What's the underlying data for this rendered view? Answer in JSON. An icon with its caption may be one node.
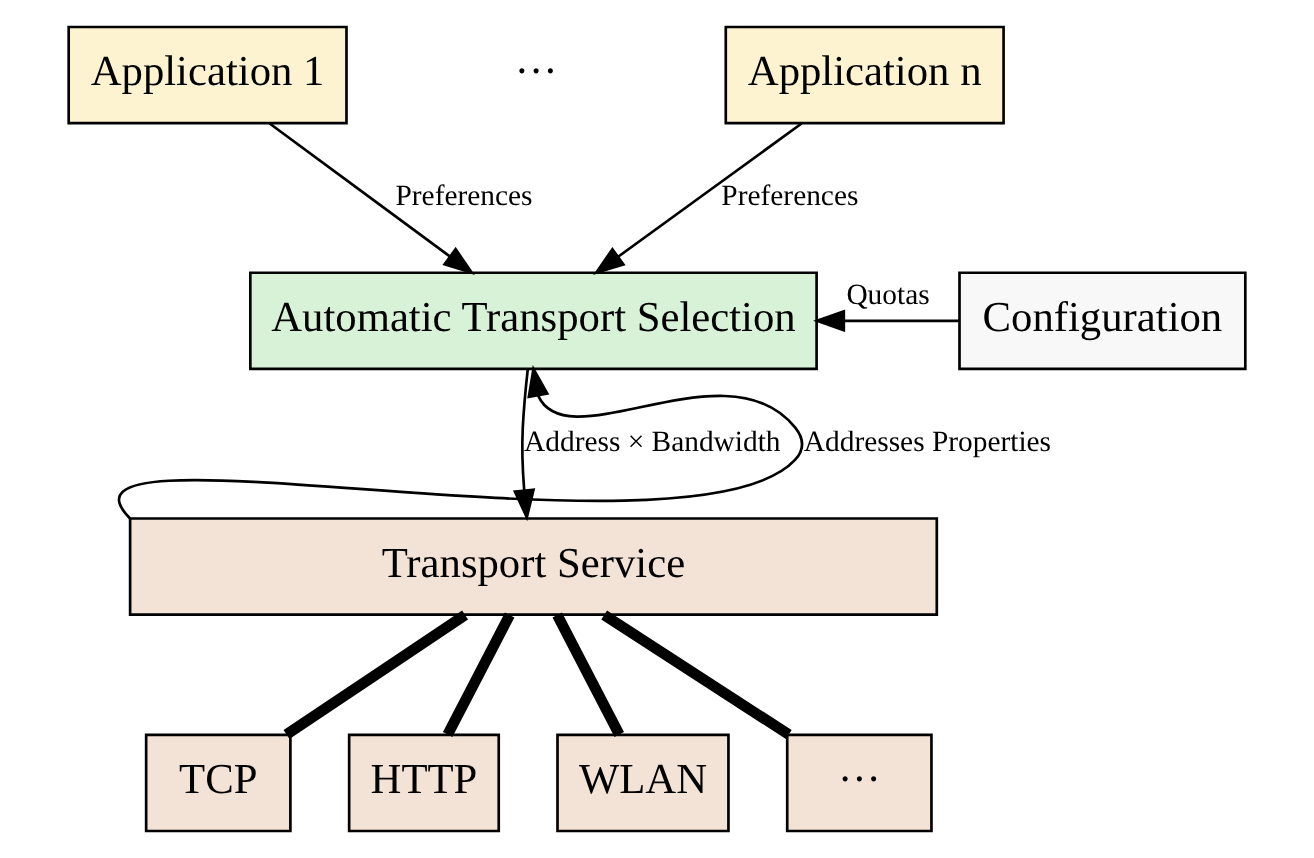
{
  "diagram": {
    "nodes": [
      {
        "text": [
          "Application 1"
        ]
      },
      {
        "text": [
          "Application n"
        ]
      },
      {
        "text": [
          "Automatic Transport Selection"
        ]
      },
      {
        "text": [
          "Configuration"
        ]
      },
      {
        "text": [
          "Transport Service"
        ]
      },
      {
        "text": [
          "TCP"
        ]
      },
      {
        "text": [
          "HTTP"
        ]
      },
      {
        "text": [
          "WLAN"
        ]
      },
      {
        "text": [
          "···"
        ]
      }
    ],
    "edges": [
      {
        "from": 0,
        "to": 2,
        "arrow": "to",
        "label": "Preferences"
      },
      {
        "from": 1,
        "to": 2,
        "arrow": "to",
        "label": "Preferences"
      },
      {
        "from": 3,
        "to": 2,
        "arrow": "to",
        "label": "Quotas"
      },
      {
        "from": 4,
        "to": 2,
        "arrow": "to",
        "label": "Addresses Properties"
      },
      {
        "from": 2,
        "to": 4,
        "arrow": "to",
        "label": "Address × Bandwidth"
      },
      {
        "from": 4,
        "to": 5,
        "arrow": "none",
        "style": "thick"
      },
      {
        "from": 4,
        "to": 6,
        "arrow": "none",
        "style": "thick"
      },
      {
        "from": 4,
        "to": 7,
        "arrow": "none",
        "style": "thick"
      },
      {
        "from": 4,
        "to": 8,
        "arrow": "none",
        "style": "thick"
      }
    ],
    "labels": [
      "···"
    ]
  }
}
